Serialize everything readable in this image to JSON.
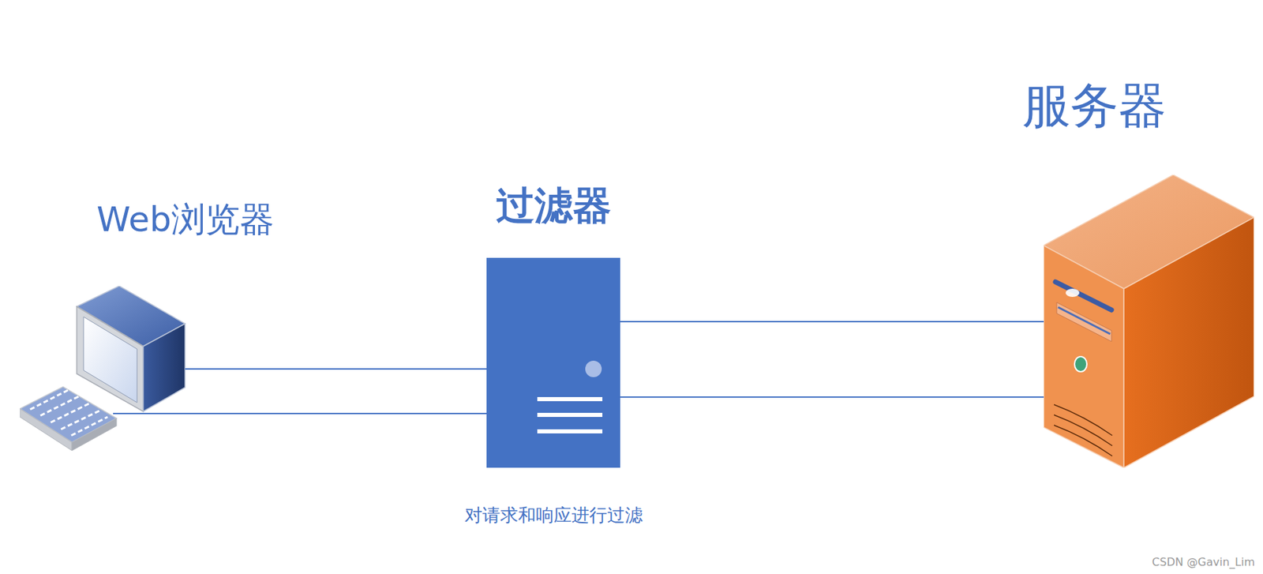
{
  "diagram": {
    "nodes": [
      {
        "text": [
          "Web浏览器"
        ]
      },
      {
        "text": [
          "过滤器",
          "对请求和响应进行过滤"
        ]
      },
      {
        "text": [
          "服务器"
        ]
      }
    ],
    "edges": [
      {
        "from": 0,
        "to": 1,
        "arrow": "none"
      },
      {
        "from": 0,
        "to": 1,
        "arrow": "none"
      },
      {
        "from": 1,
        "to": 2,
        "arrow": "none"
      },
      {
        "from": 1,
        "to": 2,
        "arrow": "none"
      }
    ],
    "labels": [
      "CSDN @Gavin_Lim"
    ]
  }
}
